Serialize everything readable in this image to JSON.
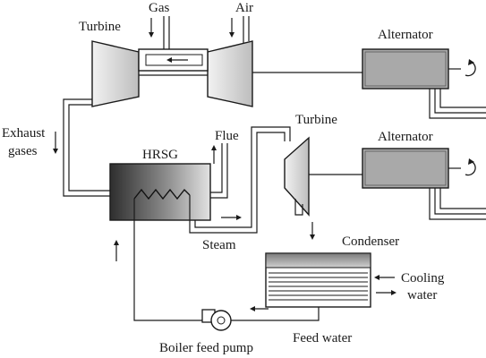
{
  "labels": {
    "turbine_top": "Turbine",
    "gas": "Gas",
    "air": "Air",
    "alternator_top": "Alternator",
    "exhaust_line1": "Exhaust",
    "exhaust_line2": "gases",
    "hrsg": "HRSG",
    "flue": "Flue",
    "turbine_steam": "Turbine",
    "alternator_bottom": "Alternator",
    "steam": "Steam",
    "condenser": "Condenser",
    "cooling_line1": "Cooling",
    "cooling_line2": "water",
    "feed_water": "Feed water",
    "boiler_feed_pump": "Boiler feed pump"
  },
  "colors": {
    "ink": "#1a1a1a",
    "hrsg_dark": "#3a3a3a",
    "hrsg_light": "#d8d8d8",
    "alternator_fill": "#a9a9a9",
    "turbine_fill": "#e6e6e6",
    "condenser_top": "#9a9a9a"
  }
}
